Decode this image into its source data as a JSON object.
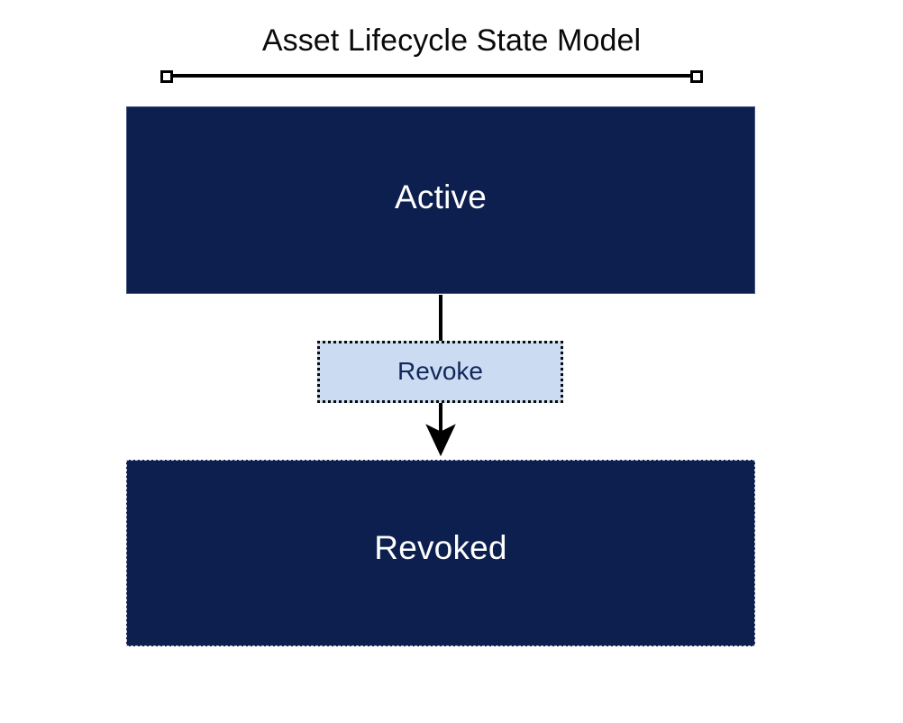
{
  "diagram": {
    "title": "Asset Lifecycle State Model",
    "type": "state-machine",
    "colors": {
      "state_fill": "#0d1f4e",
      "state_text": "#ffffff",
      "transition_fill": "#cbdcf2",
      "transition_text": "#12275c",
      "transition_border": "#0b0b0b",
      "connector": "#000000",
      "title_text": "#0a0a0a",
      "background": "#ffffff"
    },
    "states": [
      {
        "id": "active",
        "label": "Active",
        "border_style": "solid"
      },
      {
        "id": "revoked",
        "label": "Revoked",
        "border_style": "dashed"
      }
    ],
    "transitions": [
      {
        "id": "revoke",
        "label": "Revoke",
        "from": "active",
        "to": "revoked",
        "border_style": "dotted"
      }
    ],
    "connectors": [
      {
        "id": "active-to-revoke",
        "from": "active",
        "to": "revoke",
        "arrowhead": false
      },
      {
        "id": "revoke-to-revoked",
        "from": "revoke",
        "to": "revoked",
        "arrowhead": true
      }
    ],
    "title_rule": {
      "left_handle": "square-handle",
      "right_handle": "square-handle"
    }
  }
}
